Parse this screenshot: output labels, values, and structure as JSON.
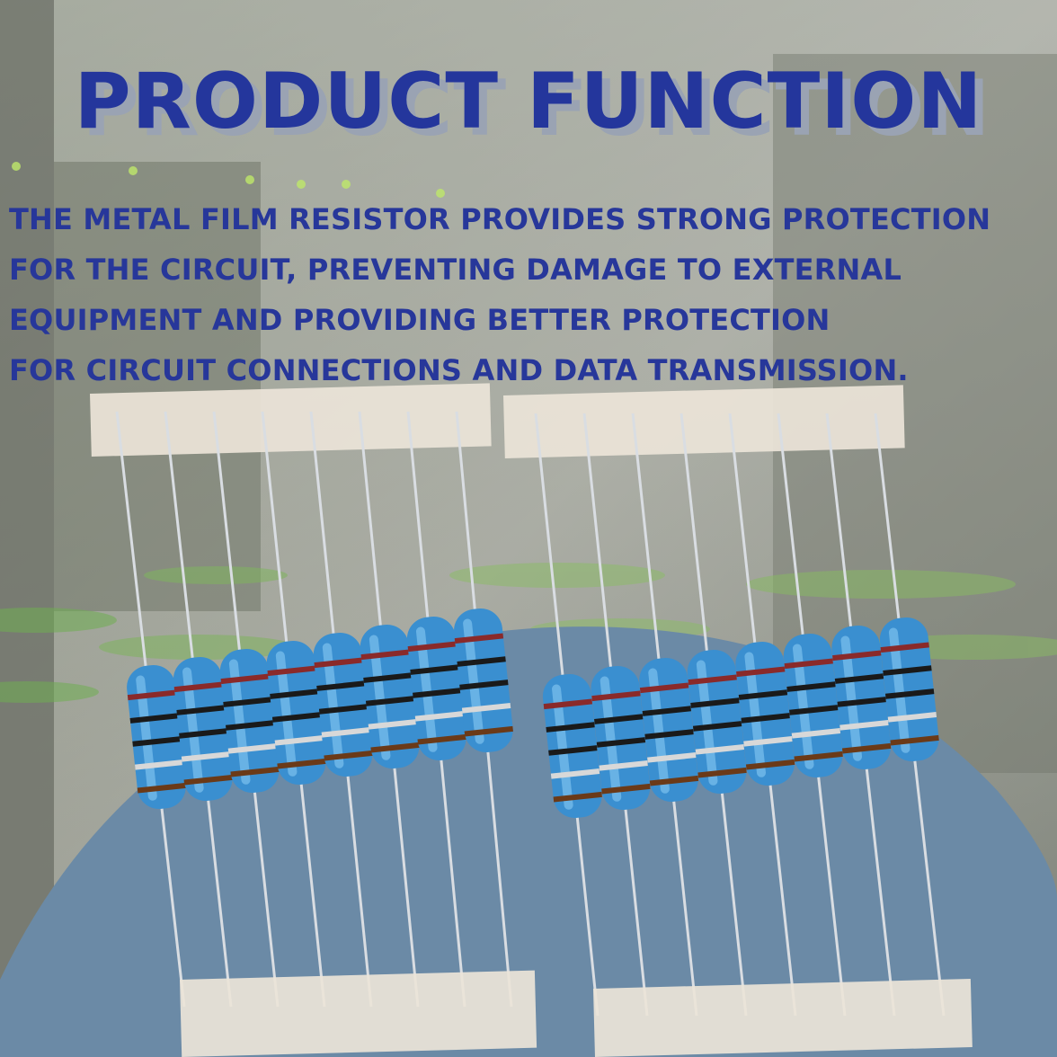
{
  "headline": {
    "title": "PRODUCT FUNCTION"
  },
  "description": {
    "lines": [
      "THE METAL FILM RESISTOR PROVIDES STRONG PROTECTION",
      "FOR THE CIRCUIT, PREVENTING DAMAGE TO EXTERNAL",
      "EQUIPMENT AND PROVIDING BETTER PROTECTION",
      "FOR CIRCUIT CONNECTIONS AND DATA TRANSMISSION."
    ]
  },
  "colors": {
    "title": "#24369c",
    "title_shadow": "#9aa3b3",
    "body_text": "#27379a",
    "arc_panel": "#6b8aa6",
    "resistor_body": "#3a8fd0",
    "paper_tape": "#ece4d8"
  },
  "product": {
    "resistor_groups": [
      {
        "count": 8
      },
      {
        "count": 8
      }
    ],
    "band_colors": [
      "#8a2a2a",
      "#1a1a1a",
      "#1a1a1a",
      "#d8d8d8",
      "#6b3a18"
    ]
  }
}
